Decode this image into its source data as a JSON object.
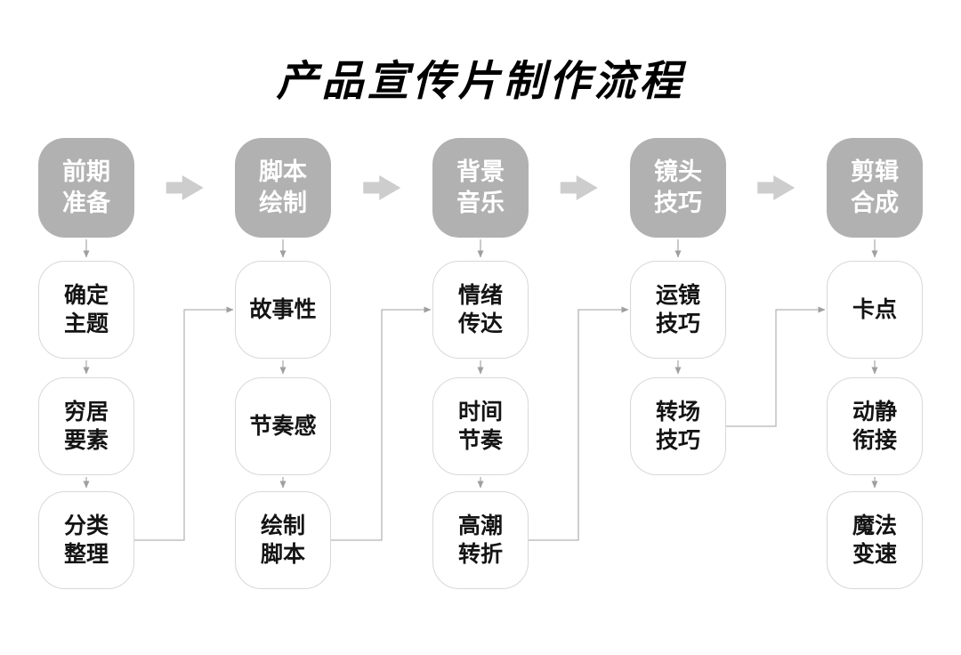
{
  "title": "产品宣传片制作流程",
  "colors": {
    "header_bg": "#b1b1b1",
    "header_text": "#ffffff",
    "node_border": "#d8d8d8",
    "node_text": "#141414",
    "connector": "#b5b5b5",
    "arrowhead": "#9f9f9f",
    "chevron": "#cdcdcd"
  },
  "icons": {
    "between_stages": "chevron-right"
  },
  "flow": {
    "columns": [
      {
        "header": "前期\n准备",
        "items": [
          {
            "label": "确定\n主题"
          },
          {
            "label": "穷居\n要素"
          },
          {
            "label": "分类\n整理"
          }
        ]
      },
      {
        "header": "脚本\n绘制",
        "items": [
          {
            "label": "故事性"
          },
          {
            "label": "节奏感"
          },
          {
            "label": "绘制\n脚本"
          }
        ]
      },
      {
        "header": "背景\n音乐",
        "items": [
          {
            "label": "情绪\n传达"
          },
          {
            "label": "时间\n节奏"
          },
          {
            "label": "高潮\n转折"
          }
        ]
      },
      {
        "header": "镜头\n技巧",
        "items": [
          {
            "label": "运镜\n技巧"
          },
          {
            "label": "转场\n技巧"
          }
        ]
      },
      {
        "header": "剪辑\n合成",
        "items": [
          {
            "label": "卡点"
          },
          {
            "label": "动静\n衔接"
          },
          {
            "label": "魔法\n变速"
          }
        ]
      }
    ],
    "cross_links": [
      {
        "from": "分类整理",
        "to": "故事性"
      },
      {
        "from": "绘制脚本",
        "to": "情绪传达"
      },
      {
        "from": "高潮转折",
        "to": "运镜技巧"
      },
      {
        "from": "转场技巧",
        "to": "卡点"
      }
    ]
  }
}
